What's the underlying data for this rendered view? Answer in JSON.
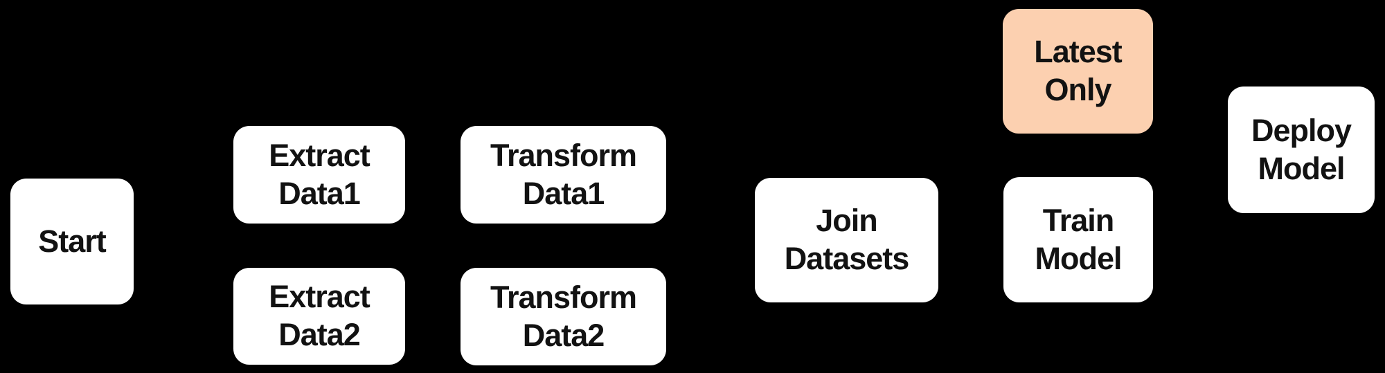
{
  "colors": {
    "background": "#000000",
    "node_fill": "#ffffff",
    "latest_only_fill": "#fcd0b0",
    "node_text": "#121212"
  },
  "nodes": {
    "start": {
      "label": "Start"
    },
    "extract_data1": {
      "label": "Extract\nData1"
    },
    "extract_data2": {
      "label": "Extract\nData2"
    },
    "transform_data1": {
      "label": "Transform\nData1"
    },
    "transform_data2": {
      "label": "Transform\nData2"
    },
    "join_datasets": {
      "label": "Join\nDatasets"
    },
    "latest_only": {
      "label": "Latest\nOnly"
    },
    "train_model": {
      "label": "Train\nModel"
    },
    "deploy_model": {
      "label": "Deploy\nModel"
    }
  }
}
